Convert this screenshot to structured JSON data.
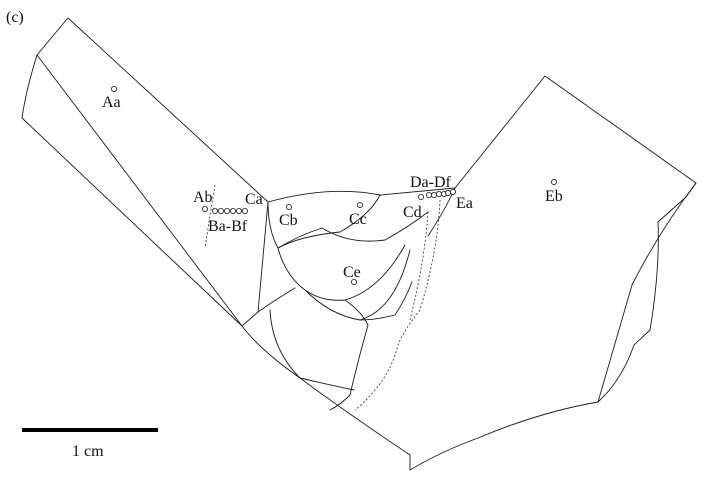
{
  "panel_label": "(c)",
  "scale_bar": {
    "label": "1 cm"
  },
  "points": {
    "Aa": "Aa",
    "Ab": "Ab",
    "Ba_Bf": "Ba-Bf",
    "Ca": "Ca",
    "Cb": "Cb",
    "Cc": "Cc",
    "Cd": "Cd",
    "Ce": "Ce",
    "Da_Df": "Da-Df",
    "Ea": "Ea",
    "Eb": "Eb"
  }
}
